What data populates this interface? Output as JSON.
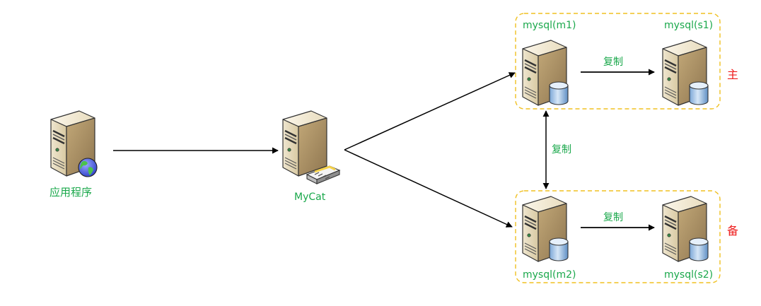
{
  "nodes": {
    "app": {
      "label": "应用程序",
      "icon": "app-server-globe-icon"
    },
    "mycat": {
      "label": "MyCat",
      "icon": "mycat-server-switch-icon"
    },
    "m1": {
      "label": "mysql(m1)",
      "icon": "database-server-icon"
    },
    "s1": {
      "label": "mysql(s1)",
      "icon": "database-server-icon"
    },
    "m2": {
      "label": "mysql(m2)",
      "icon": "database-server-icon"
    },
    "s2": {
      "label": "mysql(s2)",
      "icon": "database-server-icon"
    }
  },
  "groups": {
    "primary": {
      "label": "主"
    },
    "standby": {
      "label": "备"
    }
  },
  "edges": {
    "m1_s1": {
      "label": "复制"
    },
    "m1_m2": {
      "label": "复制"
    },
    "m2_s2": {
      "label": "复制"
    }
  },
  "colors": {
    "label_green": "#1aa84b",
    "group_red": "#ee1c1c",
    "dash_yellow": "#f0c020",
    "arrow": "#000000"
  }
}
